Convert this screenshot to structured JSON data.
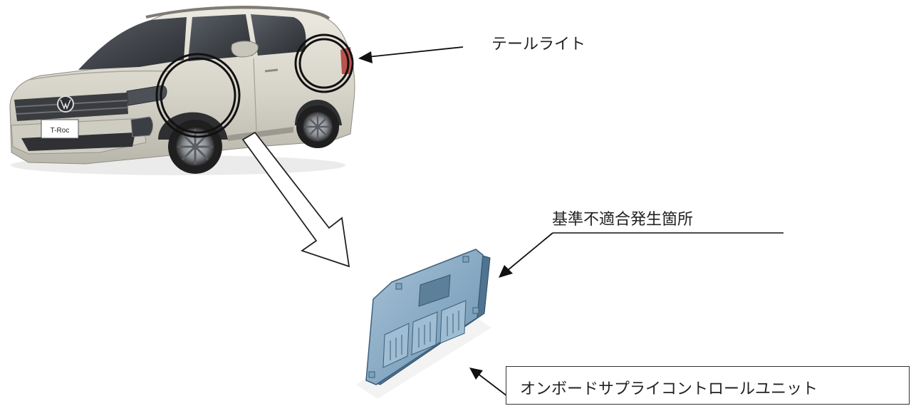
{
  "labels": {
    "tail_light": "テールライト",
    "nonconformity_location": "基準不適合発生箇所",
    "unit_name": "オンボードサプライコントロールユニット"
  },
  "vehicle": {
    "badge_text": "T-Roc",
    "body_color": "#d9d8cc",
    "brand_emblem": "vw-emblem-icon"
  },
  "unit": {
    "color": "#7ea3bf",
    "edge_color": "#3d5f7a"
  }
}
